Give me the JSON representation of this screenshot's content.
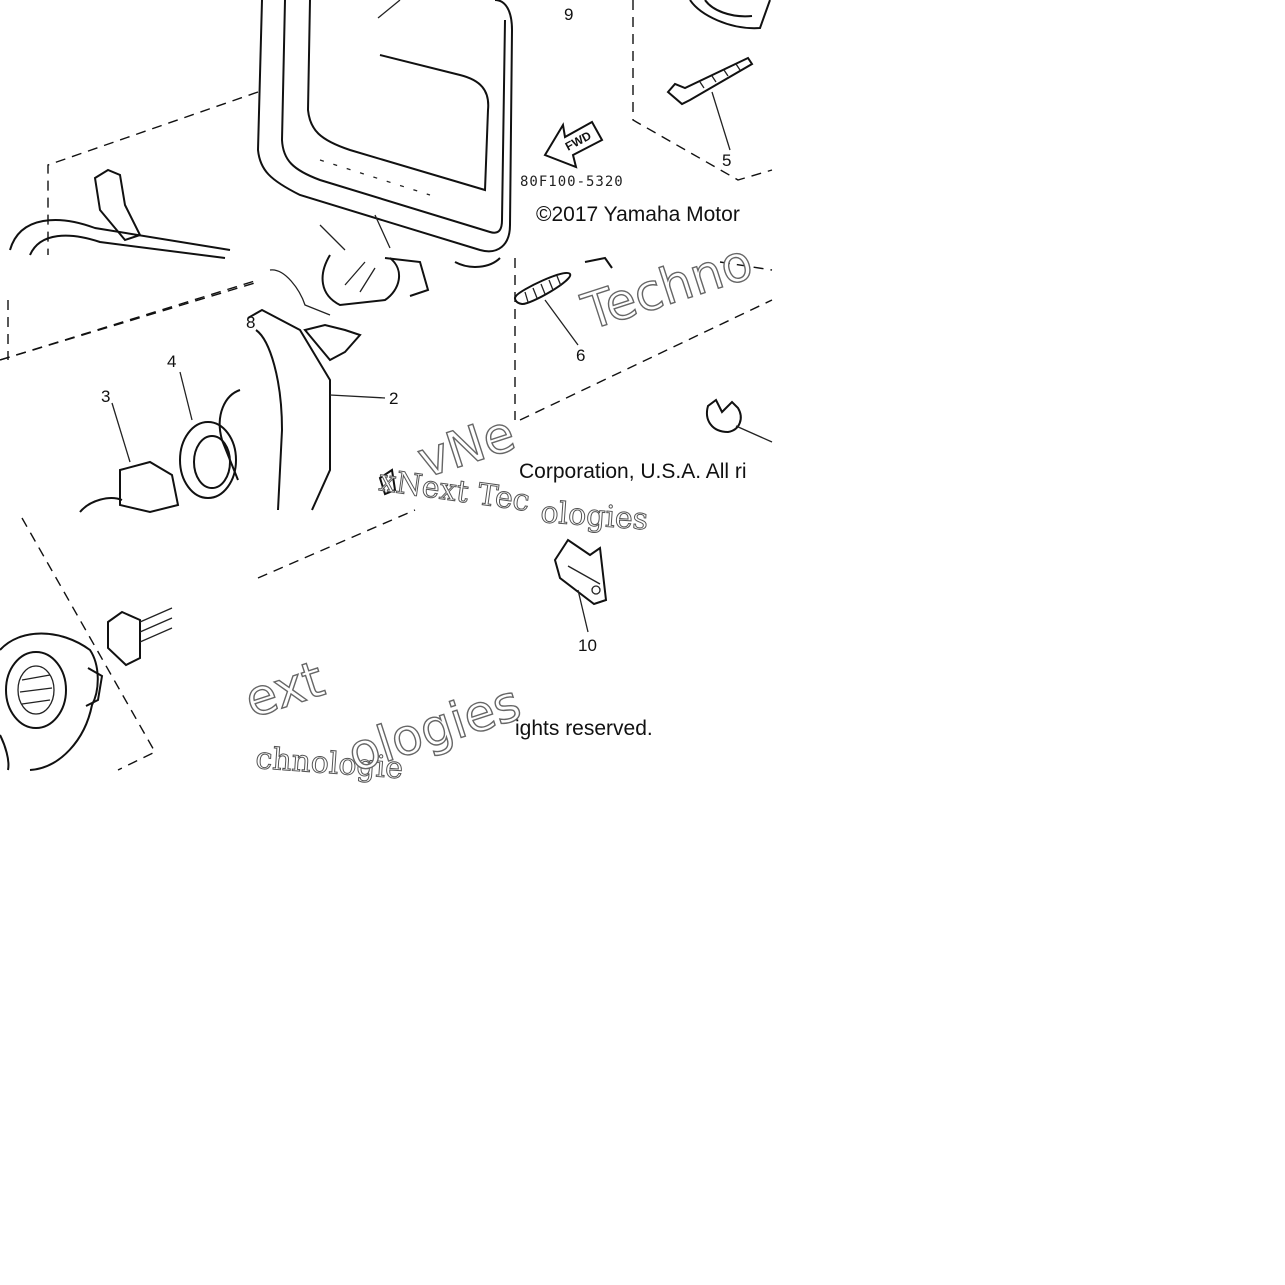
{
  "diagram": {
    "callouts": {
      "p2": "2",
      "p3": "3",
      "p4": "4",
      "p5": "5",
      "p6": "6",
      "p8": "8",
      "p9": "9",
      "p10": "10"
    },
    "part_code": "80F100-5320",
    "fwd_label": "FWD",
    "copyright_line1": "©2017 Yamaha Motor",
    "copyright_line2": "Corporation, U.S.A. All ri",
    "copyright_line3": "ights reserved.",
    "watermarks": {
      "tile1_a": "Techno",
      "tile2_a": "xNext Tec",
      "tile2_b": "vNe",
      "tile2_c": "ologies",
      "tile3_a": "ext",
      "tile3_b": "chnologie",
      "tile3_c": "ologies"
    }
  }
}
